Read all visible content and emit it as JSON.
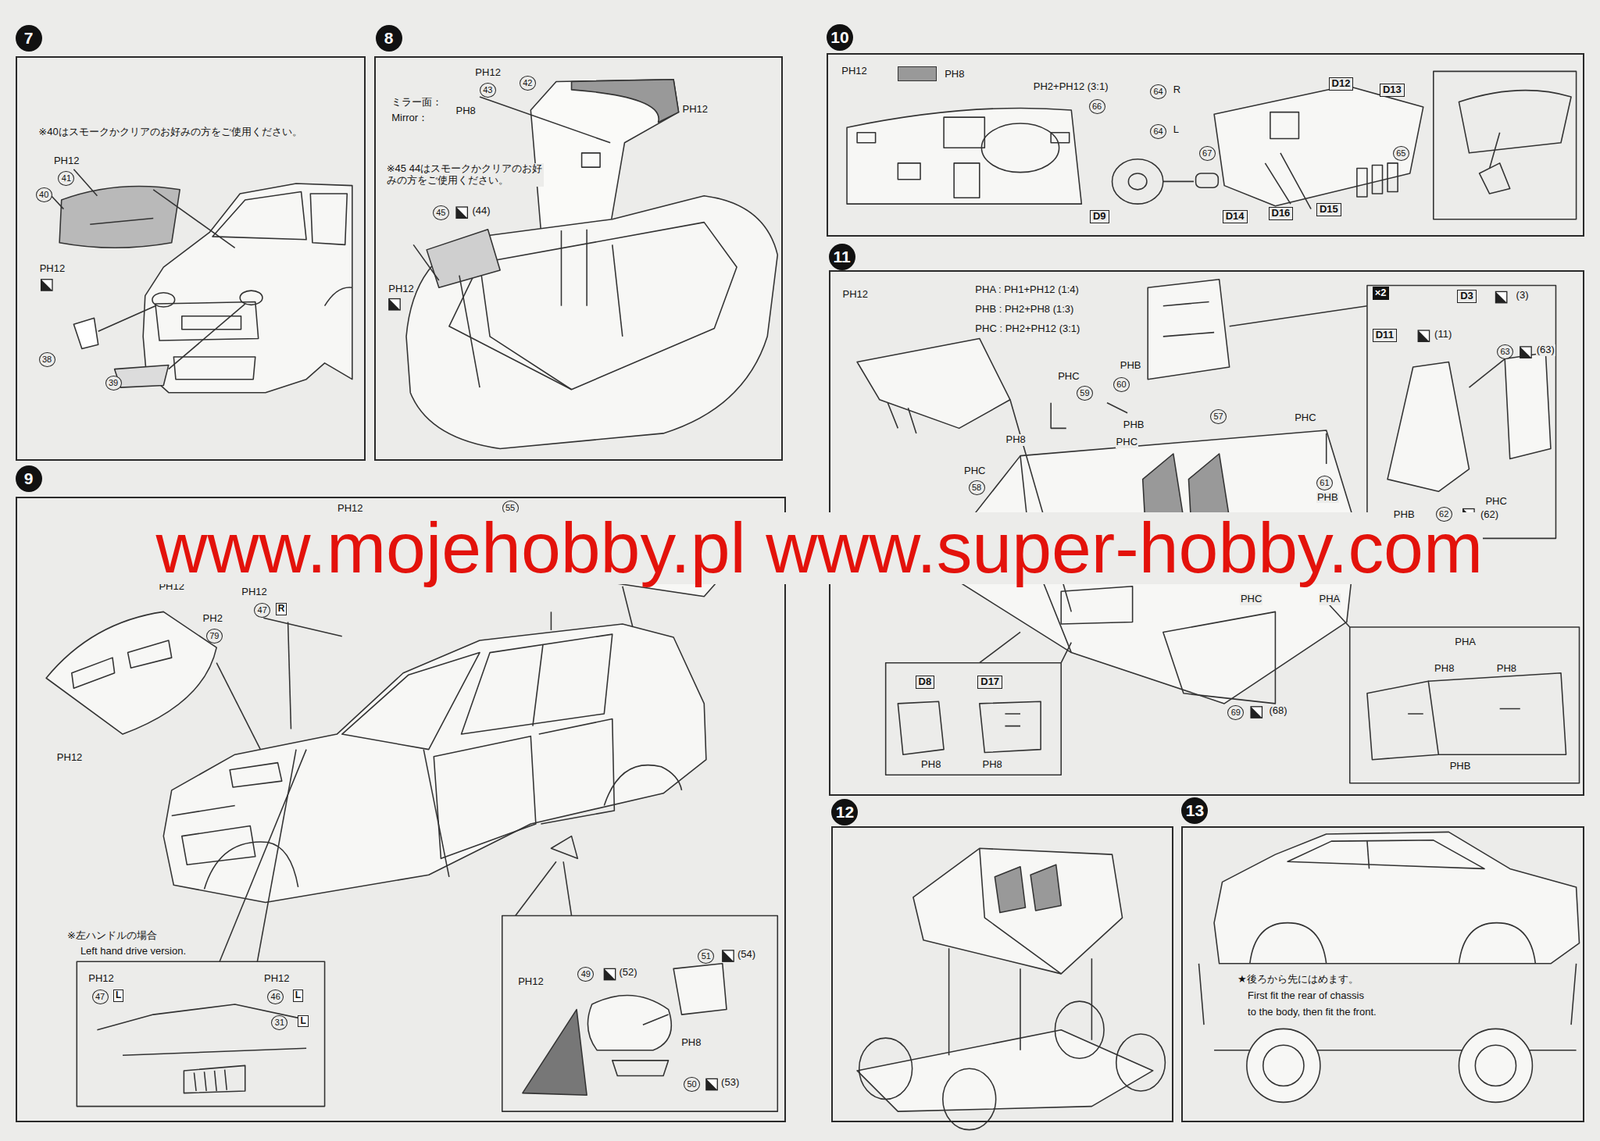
{
  "diagram": {
    "nodes": [
      {
        "text": [
          "7"
        ]
      },
      {
        "text": [
          "8"
        ]
      },
      {
        "text": [
          "9"
        ]
      },
      {
        "text": [
          "10"
        ]
      },
      {
        "text": [
          "11"
        ]
      },
      {
        "text": [
          "12"
        ]
      },
      {
        "text": [
          "13"
        ]
      }
    ],
    "labels": [
      "※40はスモークかクリアのお好みの方をご使用ください。",
      "PH12",
      "41",
      "40",
      "PH12",
      "38",
      "39",
      "PH12",
      "43",
      "42",
      "ミラー面：",
      "Mirror：",
      "PH8",
      "PH12",
      "※45 44はスモークかクリアのお好みの方をご使用ください。",
      "45",
      "(44)",
      "PH12",
      "PH12",
      "55",
      "PH12",
      "PH2",
      "79",
      "PH12",
      "47",
      "R",
      "PH12",
      "※左ハンドルの場合",
      "Left hand drive version.",
      "PH12",
      "47",
      "L",
      "PH12",
      "46",
      "L",
      "31",
      "L",
      "PH12",
      "49",
      "(52)",
      "51",
      "(54)",
      "PH8",
      "50",
      "(53)",
      "www.mojehobby.pl www.super-hobby.com",
      "PH12",
      "PH2+PH12 (3:1)",
      "66",
      "64",
      "R",
      "64",
      "L",
      "67",
      "D12",
      "D13",
      "65",
      "D9",
      "D14",
      "D16",
      "D15",
      "PH12",
      "PHA : PH1+PH12 (1:4)",
      "PHB : PH2+PH8 (1:3)",
      "PHC : PH2+PH12 (3:1)",
      "×2",
      "D3",
      "(3)",
      "D11",
      "(11)",
      "63",
      "(63)",
      "PHB",
      "PHC",
      "59",
      "60",
      "PH8",
      "PHB",
      "57",
      "PHC",
      "PHC",
      "PHC",
      "58",
      "61",
      "PHB",
      "PHC",
      "PHB",
      "62",
      "(62)",
      "PHC",
      "PHA",
      "69",
      "(68)",
      "D8",
      "D17",
      "PH8",
      "PH8",
      "PHA",
      "PH8",
      "PH8",
      "PHB",
      "★後ろから先にはめます。",
      "First fit the rear of chassis",
      "to the body, then fit the front."
    ],
    "legend": [
      {
        "text": "PH8",
        "color": "#999999"
      }
    ]
  }
}
